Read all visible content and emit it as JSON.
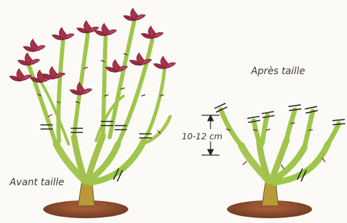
{
  "labels": {
    "before_pruning": "Avant taille",
    "after_pruning": "Après taille",
    "cut_height": "10-12 cm"
  },
  "colors": {
    "stem_green": "#9dc64a",
    "stem_dark": "#4f7a22",
    "base_ochre": "#b89a3a",
    "leaf_red": "#a8324a",
    "leaf_dark": "#6e1c2e",
    "soil": "#8a4a2e",
    "cut_mark": "#222222"
  }
}
